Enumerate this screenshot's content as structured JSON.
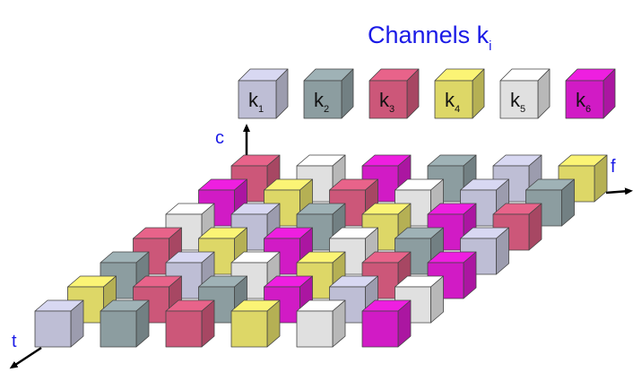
{
  "title": {
    "text": "Channels k",
    "subscript": "i"
  },
  "legend": [
    {
      "letter": "k",
      "index": "1",
      "color": "#d8d8f2"
    },
    {
      "letter": "k",
      "index": "2",
      "color": "#9fb2b6"
    },
    {
      "letter": "k",
      "index": "3",
      "color": "#e8638a"
    },
    {
      "letter": "k",
      "index": "4",
      "color": "#fbf475"
    },
    {
      "letter": "k",
      "index": "5",
      "color": "#ffffff"
    },
    {
      "letter": "k",
      "index": "6",
      "color": "#ee1fe0"
    }
  ],
  "axes": {
    "c": "c",
    "f": "f",
    "t": "t"
  },
  "grid": {
    "rows": [
      [
        3,
        5,
        6,
        2,
        1,
        4
      ],
      [
        6,
        4,
        3,
        5,
        1,
        2
      ],
      [
        5,
        1,
        2,
        4,
        6,
        3
      ],
      [
        3,
        4,
        6,
        5,
        2,
        1
      ],
      [
        2,
        1,
        5,
        4,
        3,
        6
      ],
      [
        4,
        3,
        2,
        6,
        1,
        5
      ],
      [
        1,
        2,
        3,
        4,
        5,
        6
      ]
    ]
  }
}
